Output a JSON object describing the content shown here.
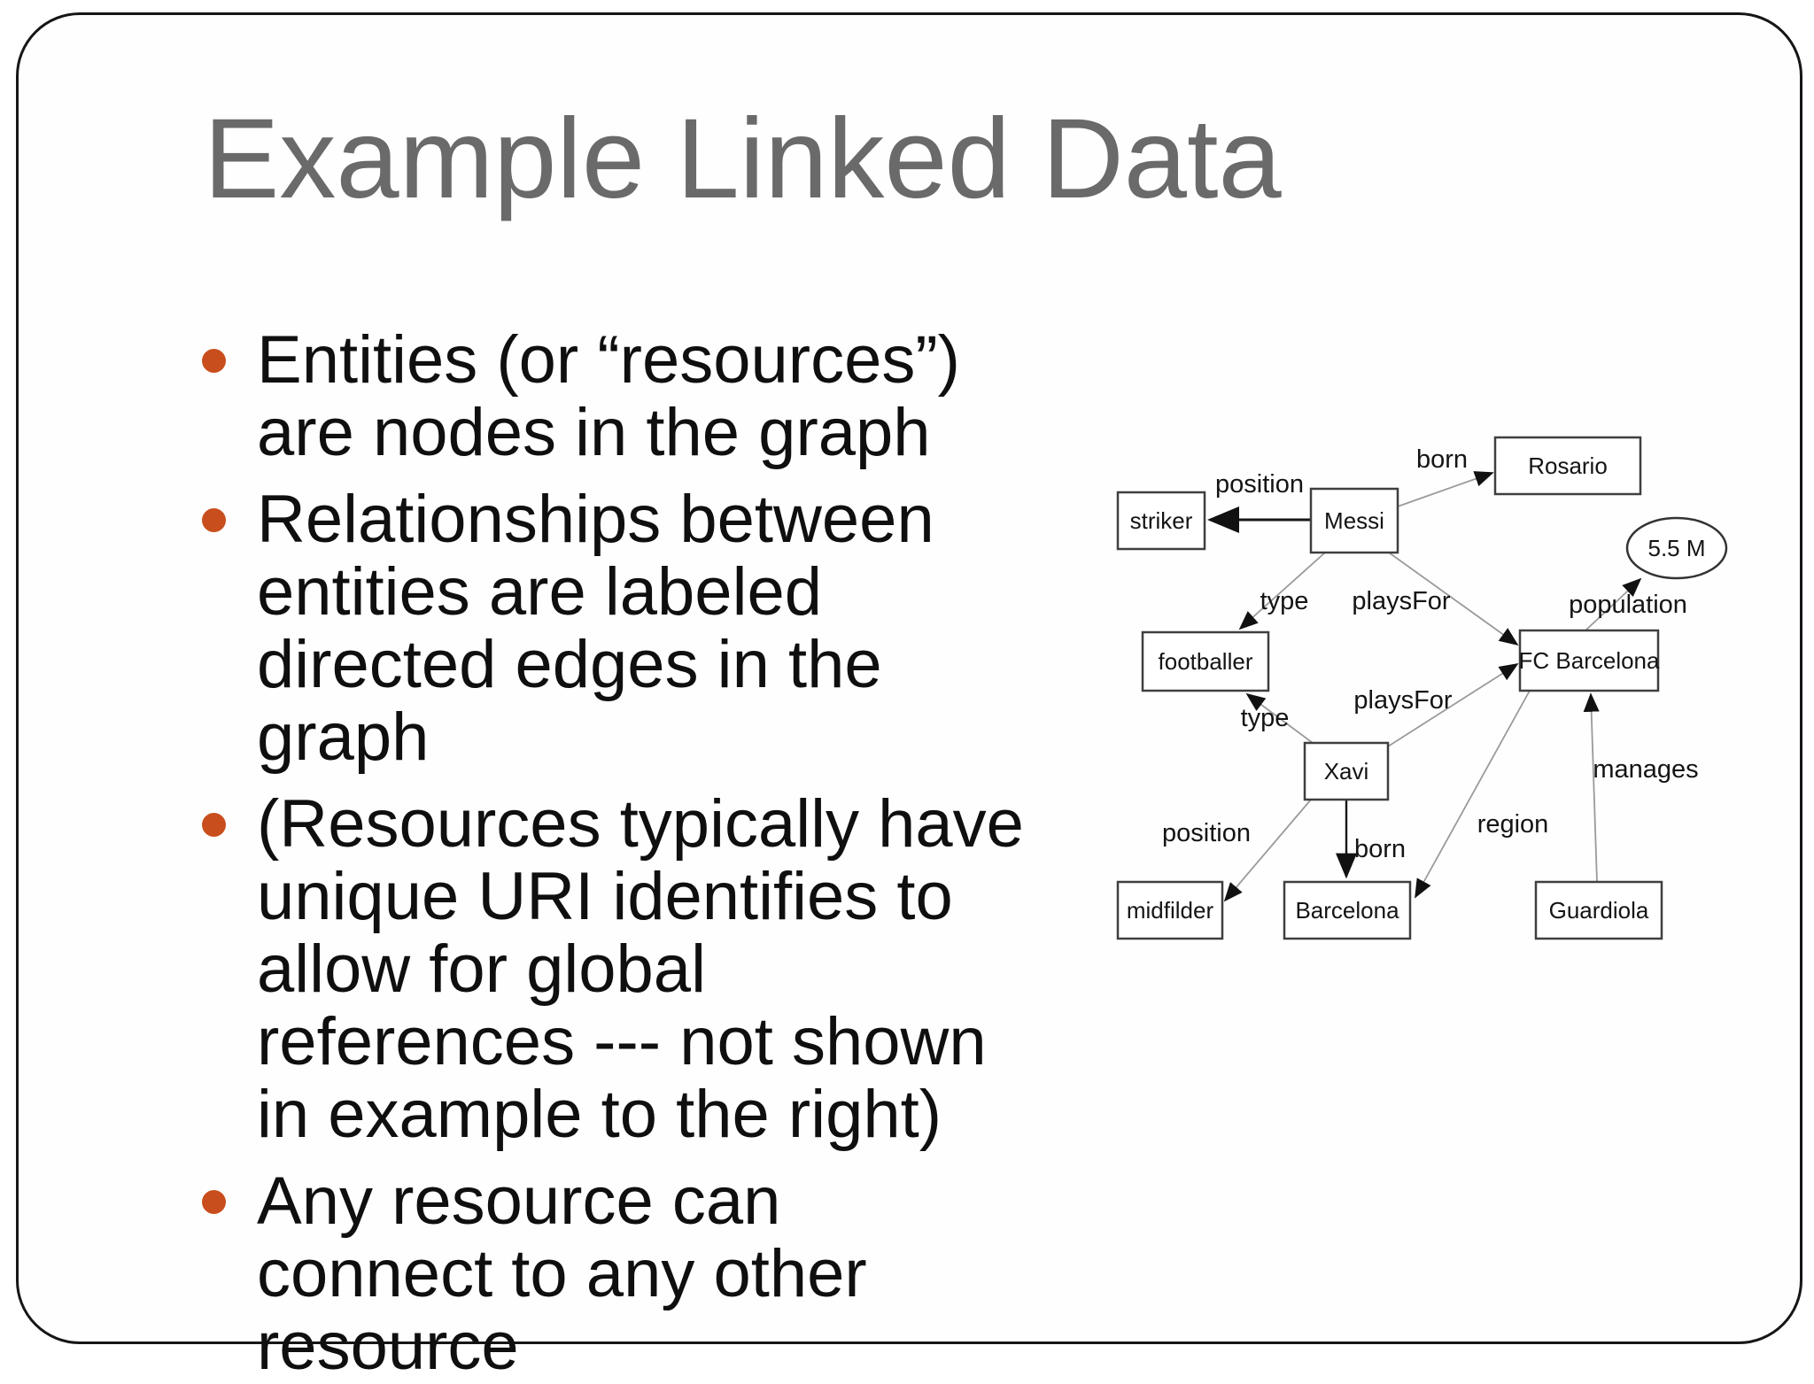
{
  "slide": {
    "title": "Example Linked Data",
    "bullets": [
      {
        "lines": [
          "Entities (or “resources”)",
          "are nodes in the graph"
        ]
      },
      {
        "lines": [
          "Relationships between",
          "entities are labeled",
          "directed edges in the",
          "graph"
        ]
      },
      {
        "lines": [
          "(Resources typically have",
          "unique URI identifies to",
          "allow for global",
          "references --- not shown",
          "in example to the right)"
        ]
      },
      {
        "lines": [
          "Any resource can",
          "connect to any other",
          "resource"
        ]
      }
    ]
  },
  "diagram": {
    "nodes": [
      {
        "id": "striker",
        "label": "striker",
        "shape": "rect"
      },
      {
        "id": "messi",
        "label": "Messi",
        "shape": "rect"
      },
      {
        "id": "rosario",
        "label": "Rosario",
        "shape": "rect"
      },
      {
        "id": "population-value",
        "label": "5.5 M",
        "shape": "ellipse"
      },
      {
        "id": "footballer",
        "label": "footballer",
        "shape": "rect"
      },
      {
        "id": "fc-barcelona",
        "label": "FC Barcelona",
        "shape": "rect"
      },
      {
        "id": "xavi",
        "label": "Xavi",
        "shape": "rect"
      },
      {
        "id": "midfilder",
        "label": "midfilder",
        "shape": "rect"
      },
      {
        "id": "barcelona",
        "label": "Barcelona",
        "shape": "rect"
      },
      {
        "id": "guardiola",
        "label": "Guardiola",
        "shape": "rect"
      }
    ],
    "edges": [
      {
        "from": "Messi",
        "to": "striker",
        "label": "position"
      },
      {
        "from": "Messi",
        "to": "Rosario",
        "label": "born"
      },
      {
        "from": "Messi",
        "to": "footballer",
        "label": "type"
      },
      {
        "from": "Messi",
        "to": "FC Barcelona",
        "label": "playsFor"
      },
      {
        "from": "Xavi",
        "to": "footballer",
        "label": "type"
      },
      {
        "from": "Xavi",
        "to": "FC Barcelona",
        "label": "playsFor"
      },
      {
        "from": "Xavi",
        "to": "midfilder",
        "label": "position"
      },
      {
        "from": "Xavi",
        "to": "Barcelona",
        "label": "born"
      },
      {
        "from": "FC Barcelona",
        "to": "Barcelona",
        "label": "region"
      },
      {
        "from": "Guardiola",
        "to": "FC Barcelona",
        "label": "manages"
      },
      {
        "from": "FC Barcelona",
        "to": "5.5 M",
        "label": "population"
      }
    ]
  },
  "colors": {
    "title": "#6a6a6a",
    "bullet_dot": "#c94e1d",
    "text": "#0f0f0f",
    "border": "#161616"
  }
}
